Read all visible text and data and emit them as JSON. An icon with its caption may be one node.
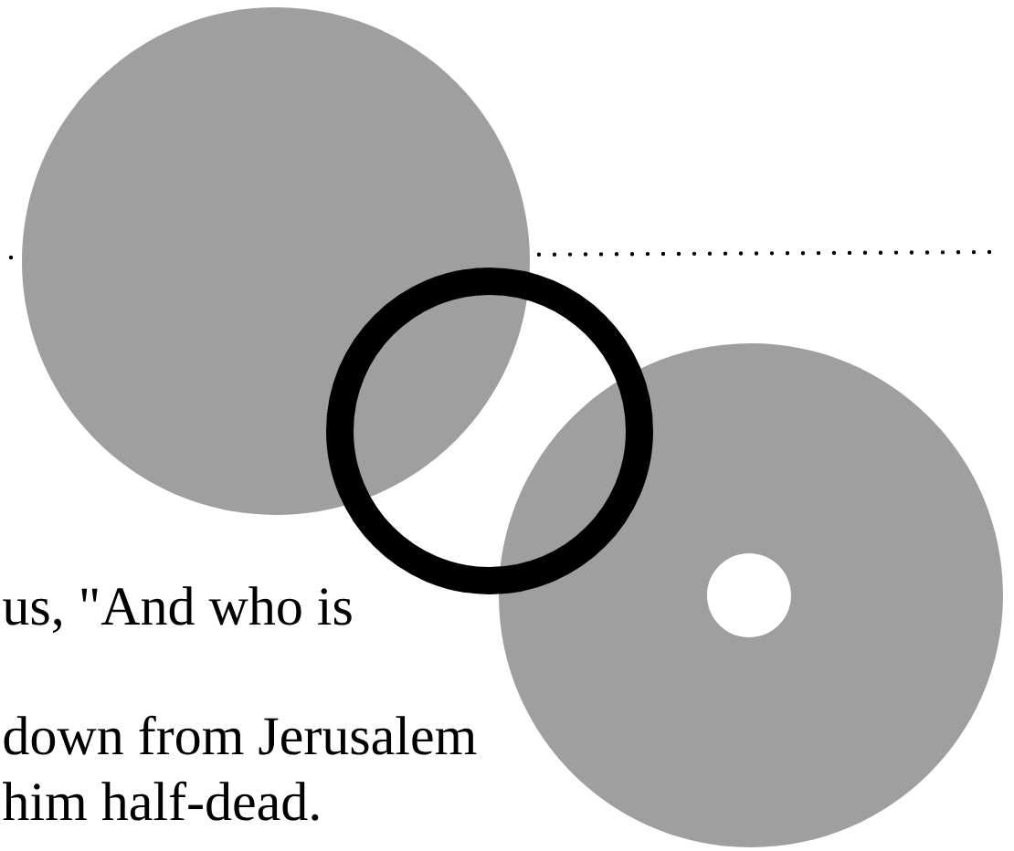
{
  "diagram": {
    "labels": [
      "us, \"And who is",
      "down from Jerusalem",
      "him half-dead."
    ]
  }
}
